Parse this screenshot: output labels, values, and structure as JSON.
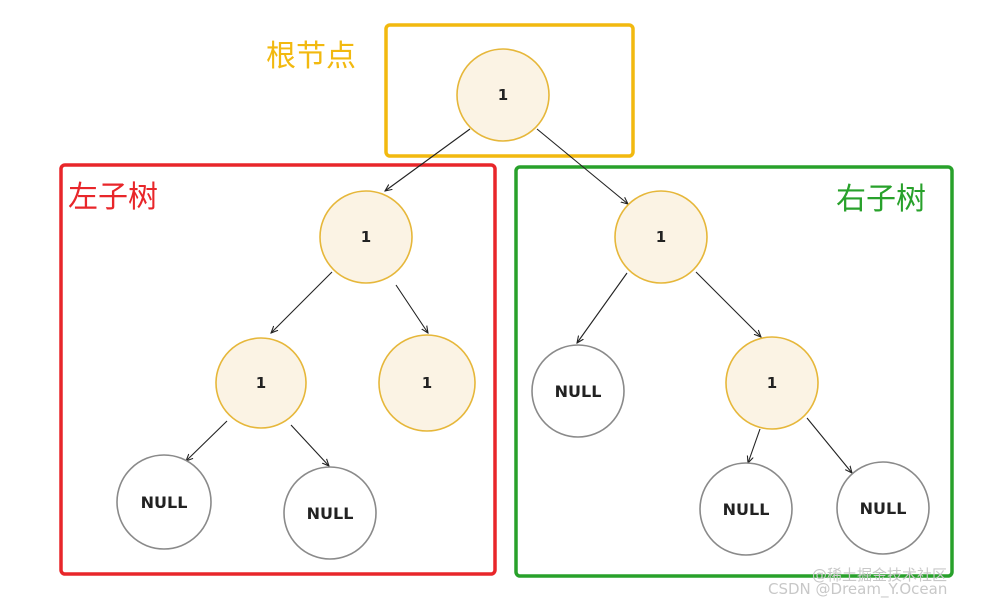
{
  "labels": {
    "root": "根节点",
    "left_subtree": "左子树",
    "right_subtree": "右子树"
  },
  "colors": {
    "root_frame": "#f2b90f",
    "left_frame": "#e8262a",
    "right_frame": "#28a12b",
    "value_node_fill": "#fbf3e4",
    "value_node_stroke": "#e6b73a",
    "null_node_fill": "#ffffff",
    "null_node_stroke": "#8a8a8a"
  },
  "tree": {
    "root": "1",
    "left": {
      "value": "1",
      "left": {
        "value": "1",
        "left": "NULL",
        "right": "NULL"
      },
      "right": "1"
    },
    "right": {
      "value": "1",
      "left": "NULL",
      "right": {
        "value": "1",
        "left": "NULL",
        "right": "NULL"
      }
    }
  },
  "watermark": "CSDN @Dream_Y.Ocean",
  "watermark_overlap": "@稀土掘金技术社区"
}
